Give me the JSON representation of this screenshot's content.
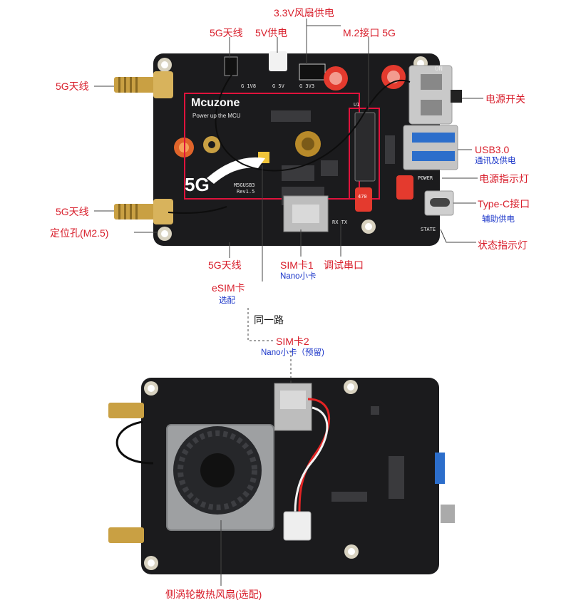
{
  "colors": {
    "callout_red": "#d81e2b",
    "callout_blue": "#1a35c9",
    "pcb_black": "#1b1b1d",
    "frame_red": "#e0133c",
    "gold": "#c9a043"
  },
  "top_labels": {
    "fan_power": "3.3V风扇供电",
    "antenna_top": "5G天线",
    "power_5v": "5V供电",
    "m2_slot": "M.2接口 5G",
    "antenna_left_top": "5G天线",
    "power_switch": "电源开关",
    "usb3": "USB3.0",
    "usb3_sub": "通讯及供电",
    "power_led": "电源指示灯",
    "type_c": "Type-C接口",
    "type_c_sub": "辅助供电",
    "antenna_left_bottom": "5G天线",
    "mount_hole": "定位孔(M2.5)",
    "status_led": "状态指示灯",
    "antenna_bottom": "5G天线",
    "sim1": "SIM卡1",
    "sim1_sub": "Nano小卡",
    "debug_uart": "调试串口",
    "esim": "eSIM卡",
    "esim_sub": "选配",
    "same_channel": "同一路",
    "sim2": "SIM卡2",
    "sim2_sub": "Nano小卡（预留)"
  },
  "bottom_labels": {
    "fan": "侧涡轮散热风扇(选配)"
  },
  "board_silk": {
    "brand": "Mcuzone",
    "slogan": "Power up the MCU",
    "logo_5g": "5G",
    "model": "M5GUSB3",
    "rev": "Rev1.5",
    "on": "ON",
    "power": "POWER",
    "state": "STATE",
    "u1": "U1",
    "hdr_1v8": "G 1V8",
    "hdr_5v": "G 5V",
    "hdr_3v3": "G 3V3",
    "rxtx": "RX TX",
    "cap": "470"
  }
}
